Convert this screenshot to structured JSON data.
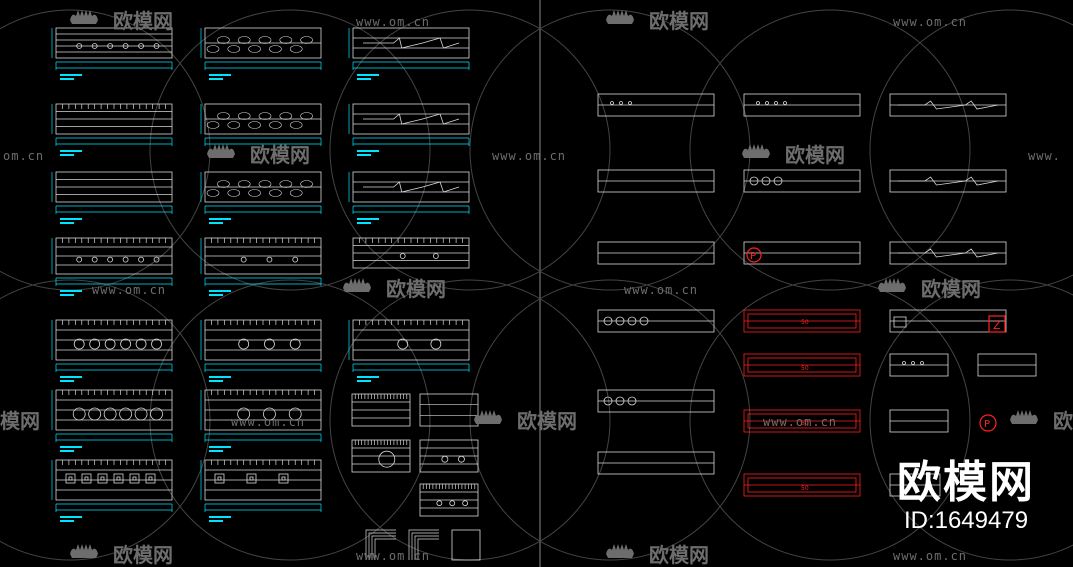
{
  "watermark": {
    "brand_text": "欧模网",
    "brand_text_partial": "模网",
    "url_text": "www.om.cn",
    "url_text_partial_a": "om.cn",
    "url_text_partial_b": "www.",
    "url_text_partial_c": "www.om.cn"
  },
  "badge": {
    "logo": "欧模网",
    "id": "ID:1649479"
  },
  "colors": {
    "background": "#000000",
    "line_white": "#d8d8d8",
    "dimension_cyan": "#00e5ff",
    "accent_red": "#ff2020",
    "watermark_gray": "#6d6d6d"
  },
  "icons": {
    "sofa_logo": "sofa-icon",
    "parking": "parking-icon",
    "lightning": "lightning-icon"
  },
  "red_marks": {
    "parking_letter": "P",
    "lightning_letter": "Z",
    "strip_label": "50"
  }
}
